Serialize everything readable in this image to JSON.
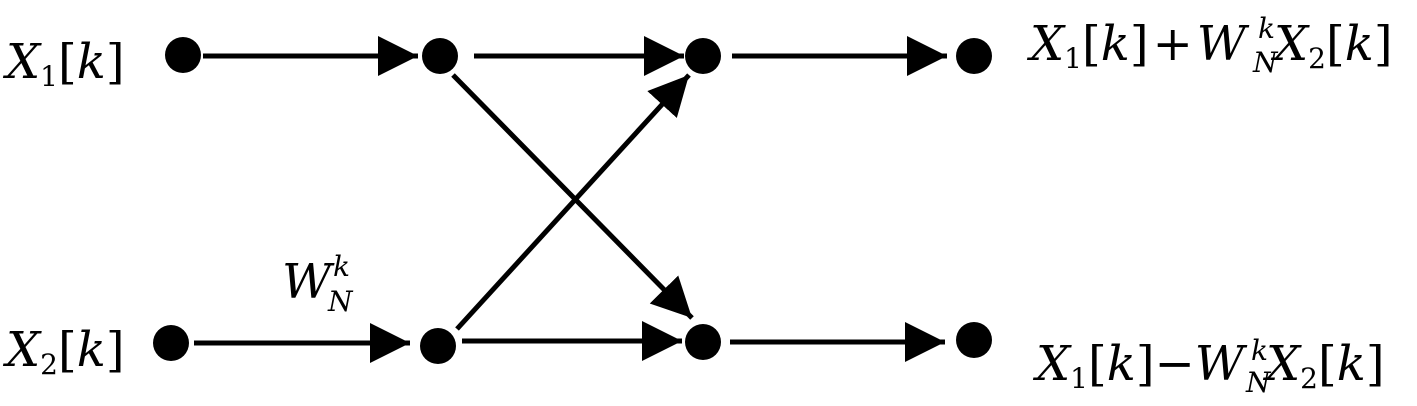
{
  "colors": {
    "background": "#ffffff",
    "stroke": "#000000",
    "node": "#000000"
  },
  "inputs": {
    "x1": {
      "var": "X",
      "sub": "1",
      "arg": "k"
    },
    "x2": {
      "var": "X",
      "sub": "2",
      "arg": "k"
    }
  },
  "twiddle": {
    "var": "W",
    "sup": "k",
    "sub": "N"
  },
  "outputs": {
    "sum": {
      "term1": {
        "var": "X",
        "sub": "1",
        "arg": "k"
      },
      "operator": "+",
      "twiddle": {
        "var": "W",
        "sup": "k",
        "sub": "N"
      },
      "term2": {
        "var": "X",
        "sub": "2",
        "arg": "k"
      }
    },
    "difference": {
      "term1": {
        "var": "X",
        "sub": "1",
        "arg": "k"
      },
      "operator": "−",
      "twiddle": {
        "var": "W",
        "sup": "k",
        "sub": "N"
      },
      "term2": {
        "var": "X",
        "sub": "2",
        "arg": "k"
      }
    }
  }
}
